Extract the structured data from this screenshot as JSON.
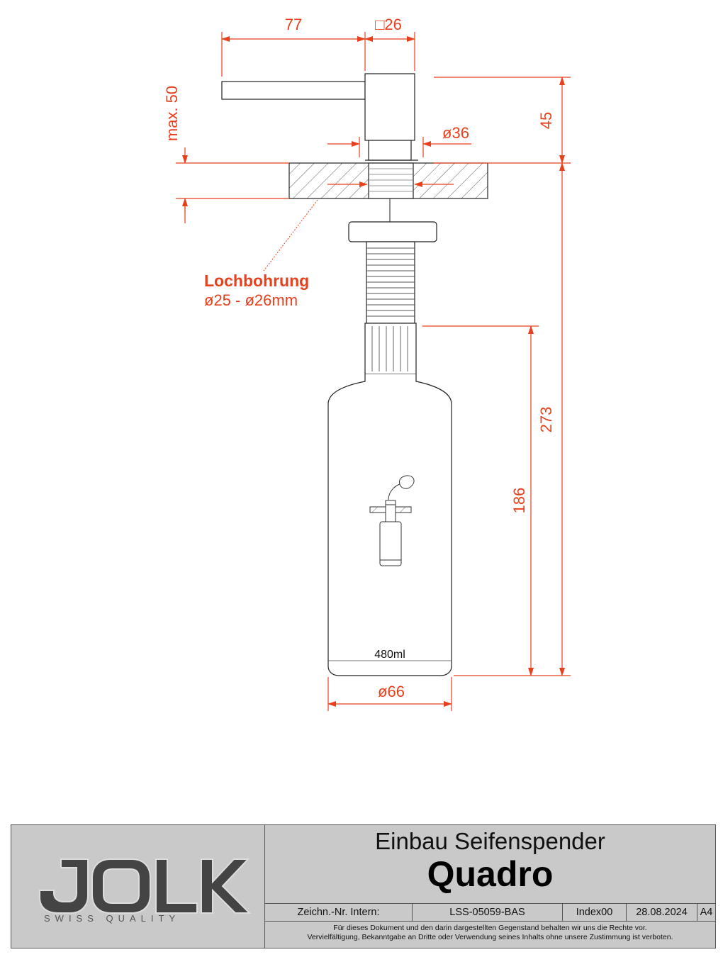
{
  "dimensions": {
    "spout_length": "77",
    "head_square": "□26",
    "max_thickness": "max. 50",
    "head_height": "45",
    "collar_diameter": "ø36",
    "total_below": "273",
    "bottle_height": "186",
    "bottle_diameter": "ø66"
  },
  "note": {
    "title": "Lochbohrung",
    "text": "ø25 - ø26mm"
  },
  "bottle": {
    "volume": "480ml"
  },
  "colors": {
    "dimension": "#e8401c",
    "line": "#222222",
    "titleblock": "#c9c9c9"
  },
  "logo": {
    "name": "JOLK",
    "tagline": "SWISS   QUALITY"
  },
  "titleblock": {
    "title_line1": "Einbau Seifenspender",
    "title_line2": "Quadro",
    "drawing_label": "Zeichn.-Nr. Intern:",
    "drawing_number": "LSS-05059-BAS",
    "index": "Index00",
    "date": "28.08.2024",
    "format": "A4",
    "legal_line1": "Für dieses Dokument und den darin dargestellten Gegenstand behalten wir uns die Rechte vor.",
    "legal_line2": "Vervielfältigung, Bekanntgabe an Dritte oder Verwendung seines Inhalts ohne unsere Zustimmung ist verboten."
  }
}
